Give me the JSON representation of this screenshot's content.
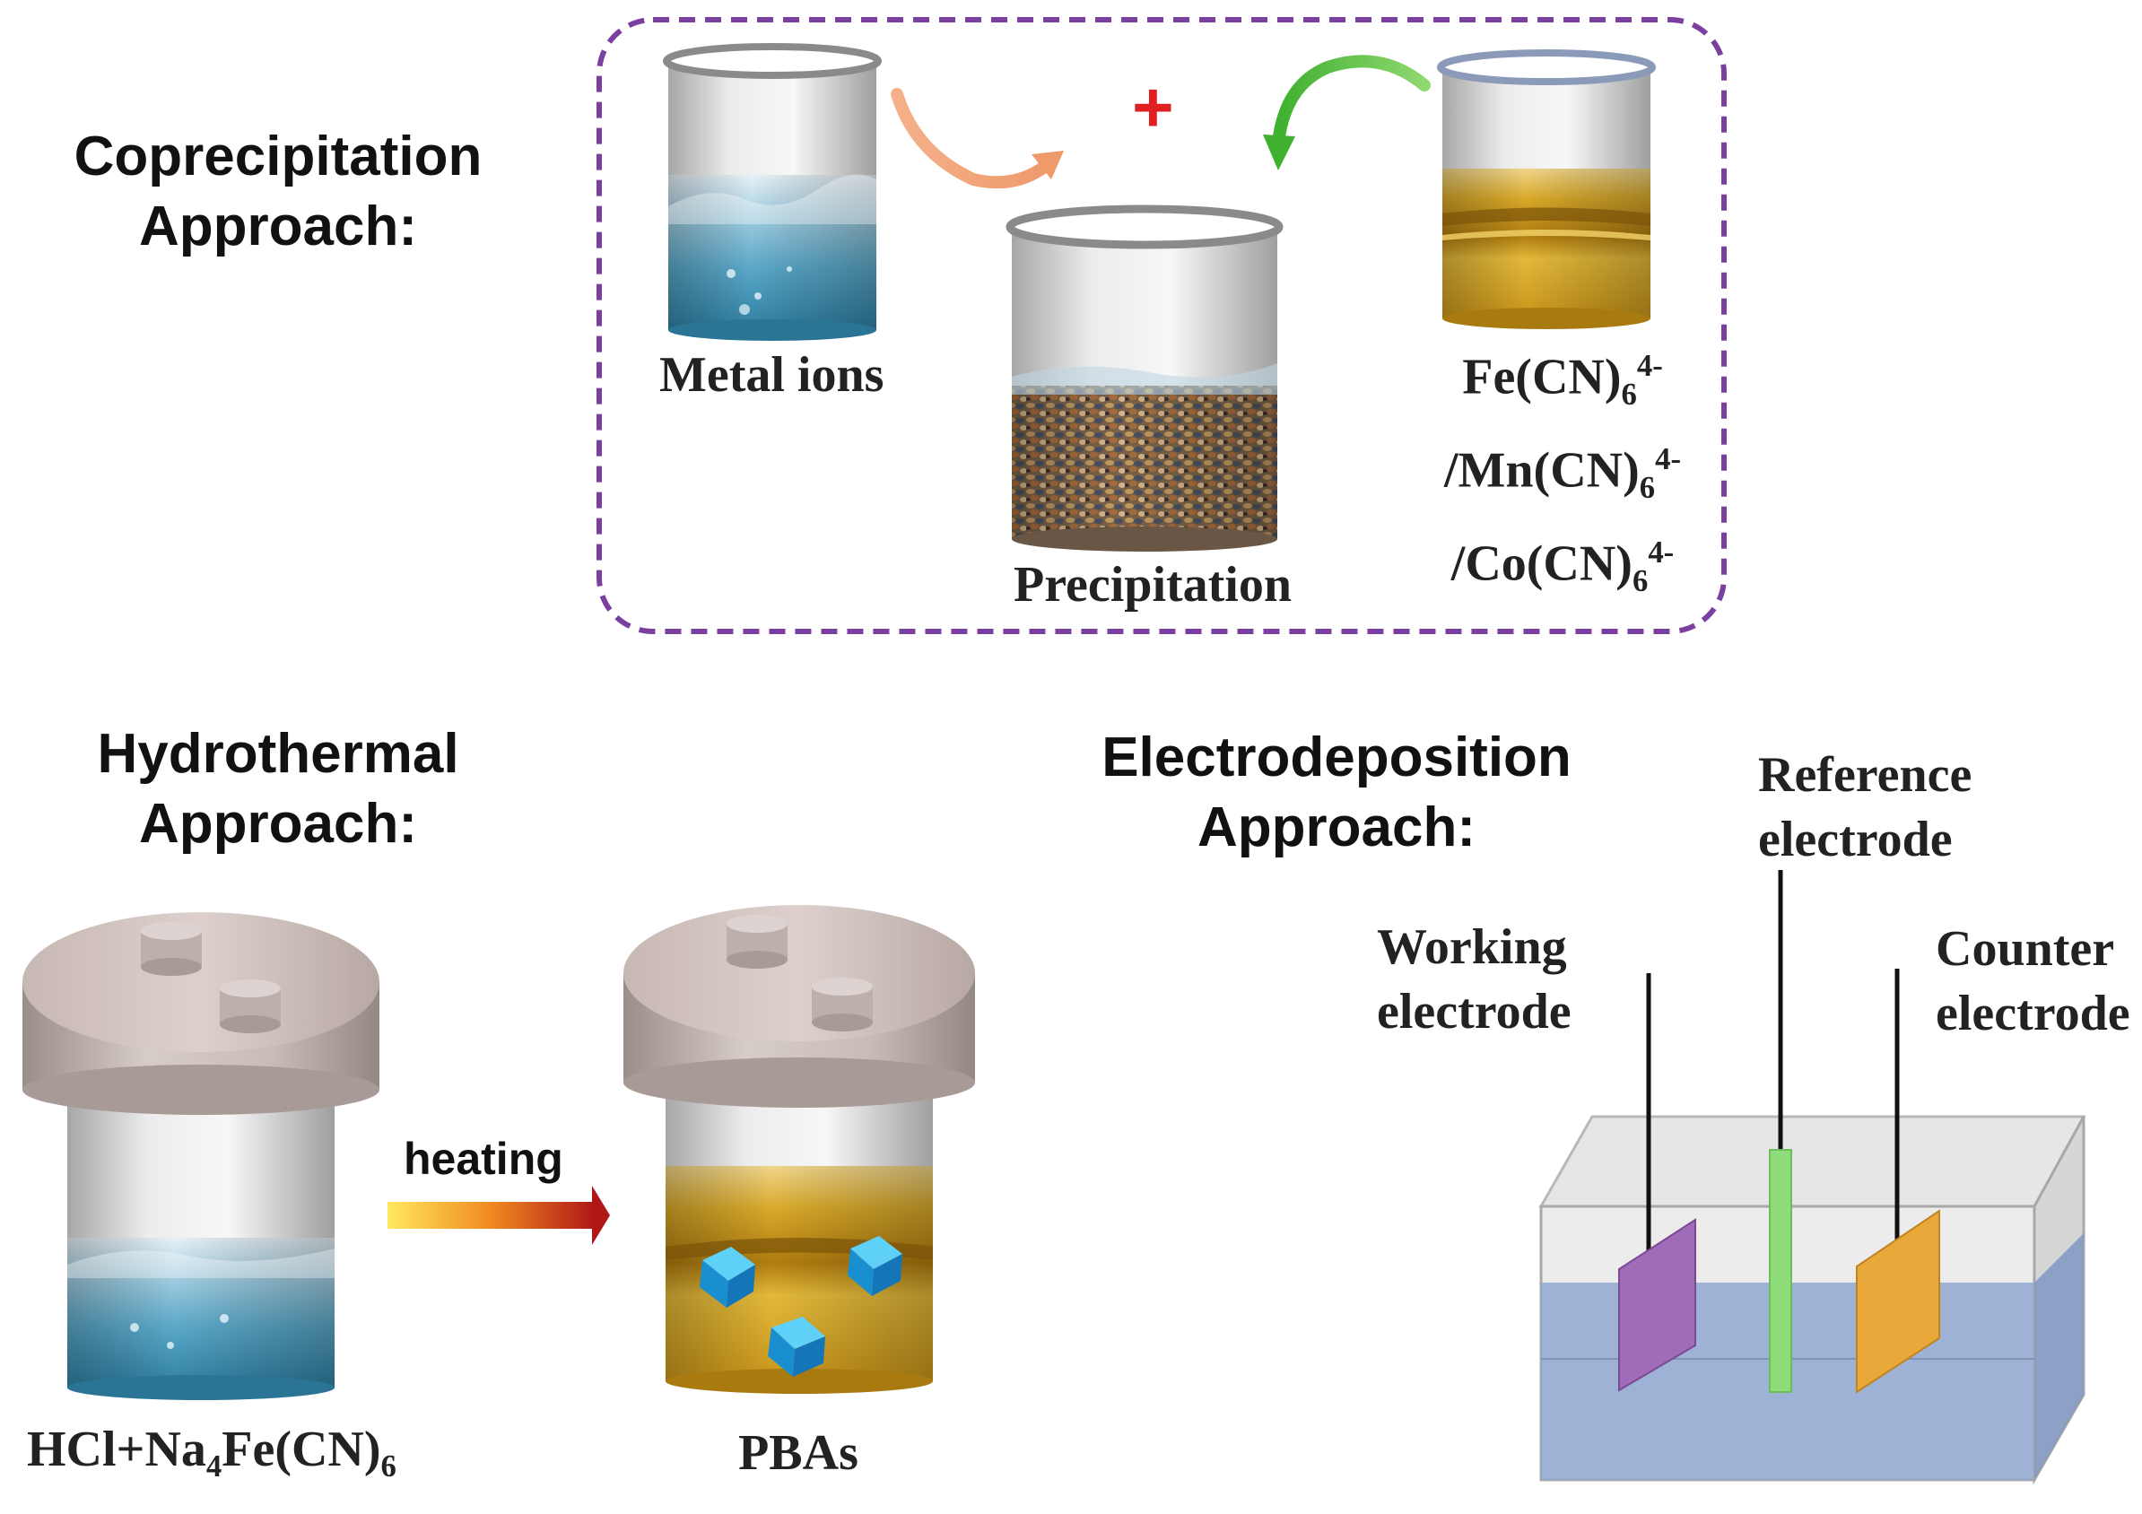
{
  "coprecipitation": {
    "title_line1": "Coprecipitation",
    "title_line2": "Approach:",
    "metal_ions": "Metal ions",
    "precipitation": "Precipitation",
    "plus": "+",
    "ligand_line1": {
      "base": "Fe(CN)",
      "sub": "6",
      "sup": "4-"
    },
    "ligand_line2": {
      "base": "/Mn(CN)",
      "sub": "6",
      "sup": "4-"
    },
    "ligand_line3": {
      "base": "/Co(CN)",
      "sub": "6",
      "sup": "4-"
    }
  },
  "hydrothermal": {
    "title_line1": "Hydrothermal",
    "title_line2": "Approach:",
    "heating": "heating",
    "reagent": {
      "p1": "HCl+Na",
      "s1": "4",
      "p2": "Fe(CN)",
      "s2": "6"
    },
    "product": "PBAs"
  },
  "electrodeposition": {
    "title_line1": "Electrodeposition",
    "title_line2": "Approach:",
    "reference_line1": "Reference",
    "reference_line2": "electrode",
    "working_line1": "Working",
    "working_line2": "electrode",
    "counter_line1": "Counter",
    "counter_line2": "electrode"
  },
  "colors": {
    "frame": "#7b3fa0",
    "plus": "#e02020",
    "arrow_left": "#f0a070",
    "arrow_right": "#5cc040",
    "water": "#6fb6d2",
    "yellow_liquid": "#d4a623",
    "cube": "#1fa0e0",
    "working_plate": "#a06bb8",
    "reference_rod": "#8fdc7a",
    "counter_plate": "#e8a83a",
    "tank_liquid": "#8fa8d0"
  }
}
